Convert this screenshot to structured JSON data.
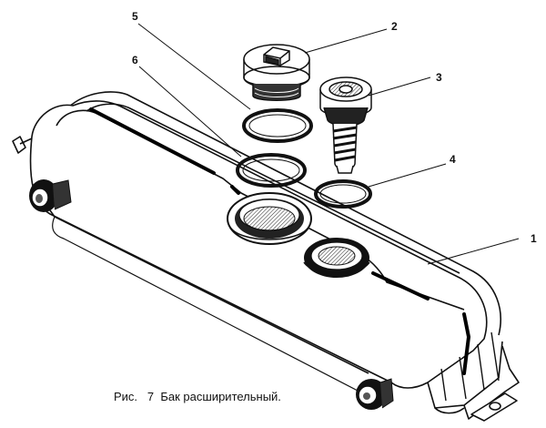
{
  "caption": {
    "figure_label": "Рис.",
    "figure_number": "7",
    "title": "Бак расширительный."
  },
  "callouts": [
    {
      "id": "1",
      "part": "tank"
    },
    {
      "id": "2",
      "part": "filler-cap"
    },
    {
      "id": "3",
      "part": "valve-plug"
    },
    {
      "id": "4",
      "part": "valve-gasket"
    },
    {
      "id": "5",
      "part": "cap-gasket-upper"
    },
    {
      "id": "6",
      "part": "cap-gasket-lower"
    }
  ]
}
